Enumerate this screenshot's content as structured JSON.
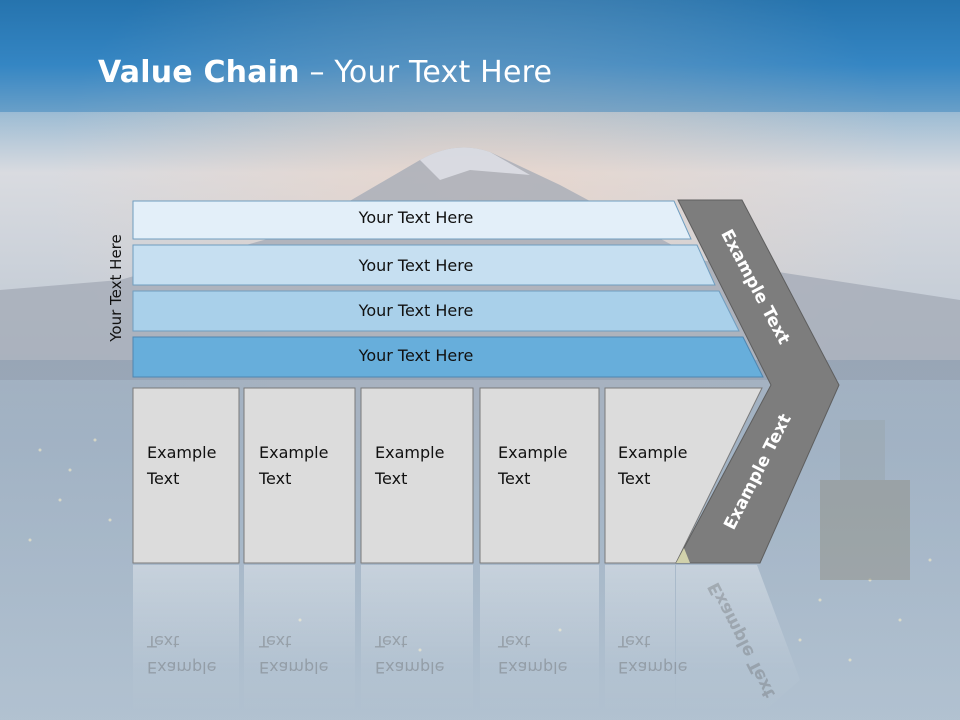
{
  "slide": {
    "title_bold": "Value Chain",
    "title_rest": " – Your Text Here",
    "side_label": "Your Text Here",
    "bars": [
      {
        "label": "Your Text Here"
      },
      {
        "label": "Your Text Here"
      },
      {
        "label": "Your Text Here"
      },
      {
        "label": "Your Text Here"
      }
    ],
    "cells": [
      {
        "line1": "Example",
        "line2": "Text"
      },
      {
        "line1": "Example",
        "line2": "Text"
      },
      {
        "line1": "Example",
        "line2": "Text"
      },
      {
        "line1": "Example",
        "line2": "Text"
      },
      {
        "line1": "Example",
        "line2": "Text"
      }
    ],
    "chevron_upper": "Example Text",
    "chevron_lower": "Example Text",
    "colors": {
      "header_blue": "#2e7fb8",
      "bar_1": "#e3eff9",
      "bar_2": "#c6dff1",
      "bar_3": "#a9d0ea",
      "bar_4": "#67aedb",
      "cell_gray": "#dcdcdc",
      "chevron_gray": "#7d7d7d"
    }
  }
}
